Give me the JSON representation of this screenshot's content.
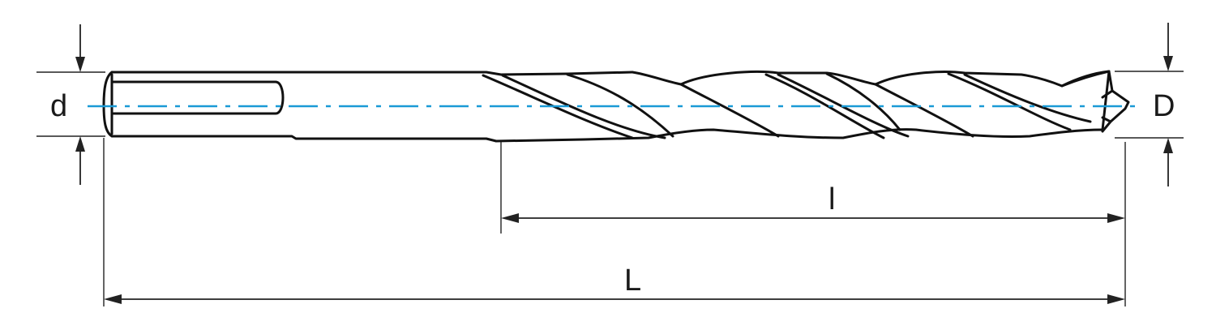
{
  "labels": {
    "shank_diameter": "d",
    "drill_diameter": "D",
    "flute_length": "l",
    "overall_length": "L"
  },
  "colors": {
    "axis": "#1a9ad6",
    "outline": "#111111",
    "dimension": "#222222"
  }
}
